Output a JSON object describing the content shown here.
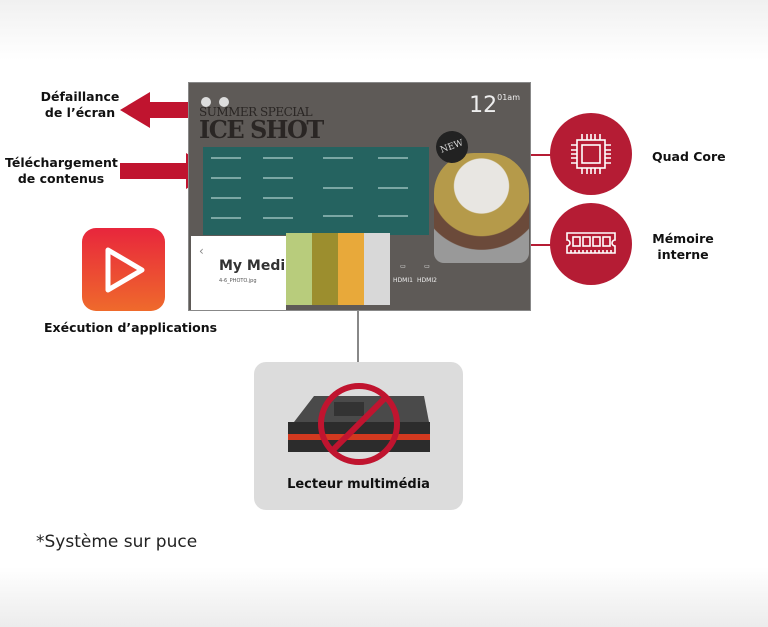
{
  "labels": {
    "screen_failure": "Défaillance de l’écran",
    "content_download": "Téléchargement de contenus",
    "app_execution": "Exécution d’applications",
    "quad_core": "Quad Core",
    "internal_memory": "Mémoire interne",
    "media_player": "Lecteur multimédia"
  },
  "footnote": "*Système sur puce",
  "tv_screen": {
    "promo_line1": "SUMMER SPECIAL",
    "promo_line2": "ICE SHOT",
    "clock_hour": "12",
    "clock_min": "01",
    "clock_ampm": "am",
    "badge": "NEW",
    "launcher_title": "My Medi",
    "launcher_sub": "4-6_PHOTO.jpg",
    "hdmi1": "HDMI1",
    "hdmi2": "HDMI2"
  },
  "colors": {
    "accent": "#b51c34",
    "app_icon_top": "#e8263c",
    "app_icon_bottom": "#ef6a2c"
  },
  "icons": [
    "arrow-left-icon",
    "arrow-right-icon",
    "cpu-icon",
    "memory-icon",
    "play-icon",
    "prohibited-icon"
  ]
}
